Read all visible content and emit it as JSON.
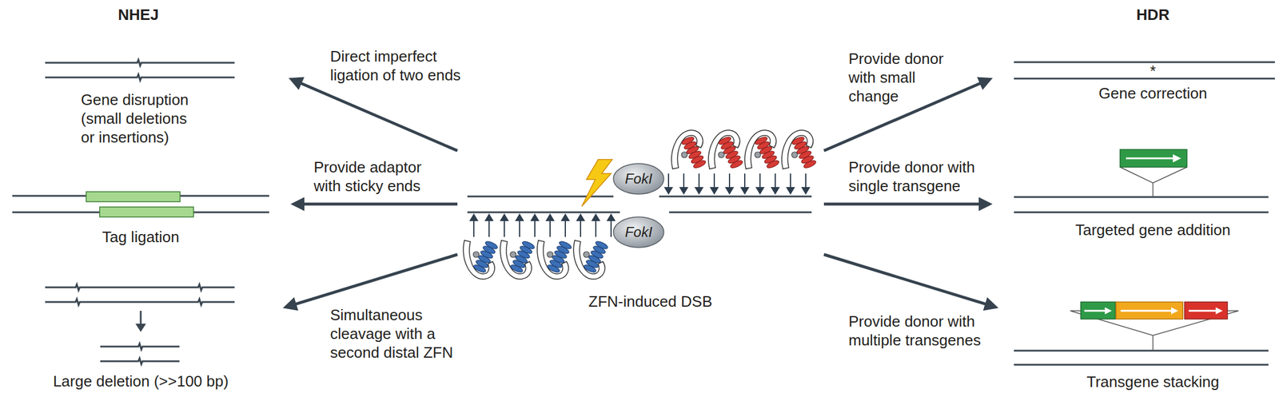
{
  "diagram": {
    "nodes": [
      {
        "text": [
          "ZFN-induced DSB"
        ]
      },
      {
        "text": [
          "FokI"
        ],
        "in": 0
      },
      {
        "text": [
          "FokI"
        ],
        "in": 0
      },
      {
        "text": [
          "Gene disruption (small deletions or insertions)"
        ]
      },
      {
        "text": [
          "Tag ligation"
        ]
      },
      {
        "text": [
          "Large deletion (>>100 bp)"
        ]
      },
      {
        "text": [
          "Gene correction"
        ]
      },
      {
        "text": [
          "Targeted gene addition"
        ]
      },
      {
        "text": [
          "Transgene stacking"
        ]
      }
    ],
    "edges": [
      {
        "from": 0,
        "to": 3,
        "arrow": "to",
        "label": "Direct imperfect ligation of two ends"
      },
      {
        "from": 0,
        "to": 4,
        "arrow": "to",
        "label": "Provide adaptor with sticky ends"
      },
      {
        "from": 0,
        "to": 5,
        "arrow": "to",
        "label": "Simultaneous cleavage with a second distal ZFN"
      },
      {
        "from": 0,
        "to": 6,
        "arrow": "to",
        "label": "Provide donor with small change"
      },
      {
        "from": 0,
        "to": 7,
        "arrow": "to",
        "label": "Provide donor with single transgene"
      },
      {
        "from": 0,
        "to": 8,
        "arrow": "to",
        "label": "Provide donor with multiple transgenes"
      }
    ],
    "labels": [
      "NHEJ",
      "HDR",
      "*"
    ]
  }
}
